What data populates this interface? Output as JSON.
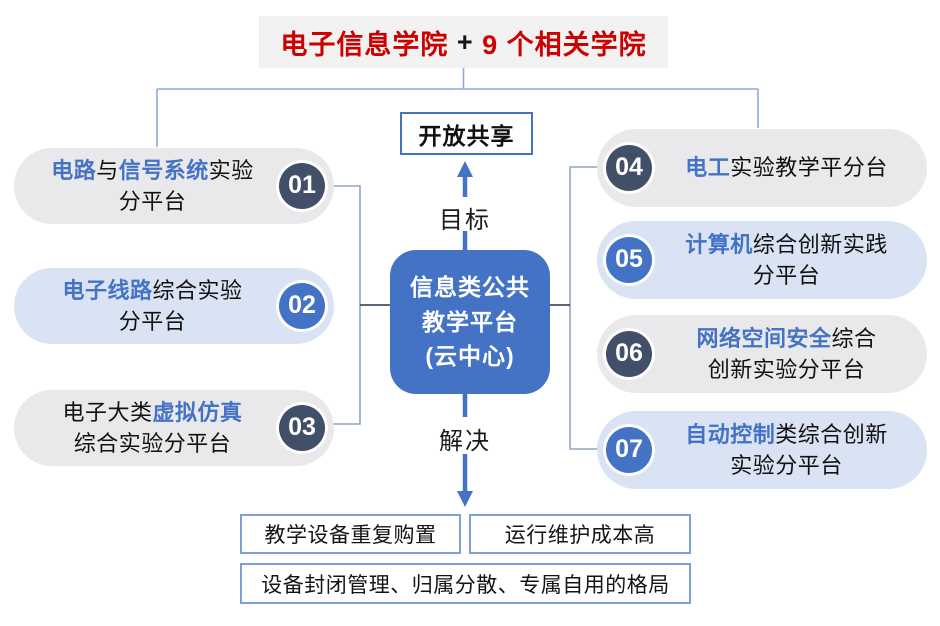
{
  "colors": {
    "accent_blue": "#4472C4",
    "dark_navy": "#414F68",
    "red": "#CC0000",
    "pill_gray": "#E9E9EB",
    "pill_blue": "#DAE3F3",
    "line_blue": "#8FAADC",
    "bracket": "#8FA3C4",
    "title_bg": "#F2F2F2"
  },
  "title": {
    "segments": [
      {
        "text": "电子信息学院",
        "em": true
      },
      {
        "text": " + ",
        "em": false
      },
      {
        "text": "9 个相关学院",
        "em": true
      }
    ]
  },
  "goal_box": {
    "label": "开放共享"
  },
  "goal_label": "目标",
  "solve_label": "解决",
  "hub": {
    "label": "信息类公共\n教学平台\n(云中心)"
  },
  "left_items": [
    {
      "number": "01",
      "tone": "gray",
      "segments": [
        {
          "text": "电路",
          "em": true
        },
        {
          "text": "与",
          "em": false
        },
        {
          "text": "信号系统",
          "em": true
        },
        {
          "text": "实验\n分平台",
          "em": false
        }
      ]
    },
    {
      "number": "02",
      "tone": "blue",
      "segments": [
        {
          "text": "电子线路",
          "em": true
        },
        {
          "text": "综合实验\n分平台",
          "em": false
        }
      ]
    },
    {
      "number": "03",
      "tone": "gray",
      "segments": [
        {
          "text": "电子大类",
          "em": false
        },
        {
          "text": "虚拟仿真",
          "em": true
        },
        {
          "text": "\n综合实验分平台",
          "em": false
        }
      ]
    }
  ],
  "right_items": [
    {
      "number": "04",
      "tone": "gray",
      "segments": [
        {
          "text": "电工",
          "em": true
        },
        {
          "text": "实验教学平分台",
          "em": false
        }
      ]
    },
    {
      "number": "05",
      "tone": "blue",
      "segments": [
        {
          "text": "计算机",
          "em": true
        },
        {
          "text": "综合创新实践\n分平台",
          "em": false
        }
      ]
    },
    {
      "number": "06",
      "tone": "gray",
      "segments": [
        {
          "text": "网络空间安全",
          "em": true
        },
        {
          "text": "综合\n创新实验分平台",
          "em": false
        }
      ]
    },
    {
      "number": "07",
      "tone": "blue",
      "segments": [
        {
          "text": "自动控制",
          "em": true
        },
        {
          "text": "类综合创新\n实验分平台",
          "em": false
        }
      ]
    }
  ],
  "problems": [
    "教学设备重复购置",
    "运行维护成本高",
    "设备封闭管理、归属分散、专属自用的格局"
  ]
}
